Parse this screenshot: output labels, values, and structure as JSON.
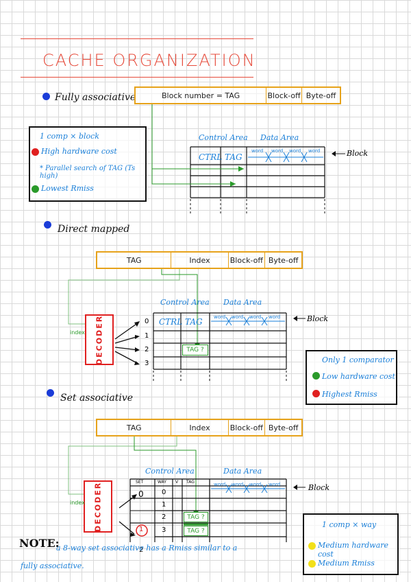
{
  "title": "CACHE ORGANIZATION",
  "colors": {
    "title": "#e64a3a",
    "bullet": "#1a3cd8",
    "address": "#e6a21a",
    "areas": "#1a7fd8",
    "tag_path": "#2a9a2a",
    "decoder": "#e02020"
  },
  "fully": {
    "heading": "Fully associative",
    "address": {
      "tag": "Block number = TAG",
      "block_off": "Block-off",
      "byte_off": "Byte-off"
    },
    "notes": {
      "comp": "1 comp × block",
      "cost": "High hardware cost",
      "search": "* Parallel search of TAG (Ts high)",
      "miss": "Lowest Rmiss"
    },
    "table": {
      "control": "Control Area",
      "data": "Data Area",
      "ctrl": "CTRL",
      "tag": "TAG",
      "words": [
        "word",
        "word",
        "word",
        "word"
      ],
      "block": "Block"
    }
  },
  "direct": {
    "heading": "Direct mapped",
    "address": {
      "tag": "TAG",
      "index": "Index",
      "block_off": "Block-off",
      "byte_off": "Byte-off"
    },
    "table": {
      "control": "Control Area",
      "data": "Data Area",
      "ctrl": "CTRL",
      "tag": "TAG",
      "words": [
        "word",
        "word",
        "word",
        "word"
      ],
      "block": "Block"
    },
    "decoder": "DECODER",
    "index_label": "index",
    "rows": [
      "0",
      "1",
      "2",
      "3"
    ],
    "tag_check": "TAG ?",
    "notes": {
      "comp": "Only 1 comparator",
      "cost": "Low hardware cost",
      "miss": "Highest Rmiss"
    }
  },
  "set": {
    "heading": "Set associative",
    "address": {
      "tag": "TAG",
      "index": "Index",
      "block_off": "Block-off",
      "byte_off": "Byte-off"
    },
    "table": {
      "control": "Control Area",
      "data": "Data Area",
      "set": "SET",
      "way": "WAY",
      "v": "V",
      "tag": "TAG",
      "words": [
        "word",
        "word",
        "word",
        "word"
      ],
      "block": "Block"
    },
    "decoder": "DECODER",
    "index_label": "index",
    "sets": [
      "0",
      "1",
      "2"
    ],
    "ways": [
      "0",
      "1",
      "2",
      "3"
    ],
    "tag_checks": [
      "TAG ?",
      "TAG ?"
    ],
    "notes": {
      "comp": "1 comp × way",
      "cost": "Medium hardware cost",
      "miss": "Medium Rmiss"
    }
  },
  "note": {
    "label": "NOTE:",
    "text": "a 8-way set associative has a Rmiss similar to a fully associative."
  }
}
